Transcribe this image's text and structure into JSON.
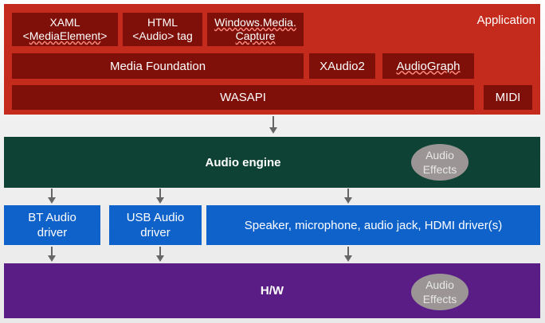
{
  "application": {
    "label": "Application",
    "xaml_line1": "XAML",
    "xaml_line2_open": "<",
    "xaml_line2_name": "MediaElement",
    "xaml_line2_close": ">",
    "html_line1": "HTML",
    "html_line2": "<Audio> tag",
    "capture_line1": "Windows.Media.",
    "capture_line2": "Capture",
    "media_foundation": "Media Foundation",
    "xaudio2": "XAudio2",
    "audiograph": "AudioGraph",
    "wasapi": "WASAPI",
    "midi": "MIDI"
  },
  "engine": {
    "title": "Audio engine",
    "effects_line1": "Audio",
    "effects_line2": "Effects"
  },
  "drivers": {
    "bt_line1": "BT Audio",
    "bt_line2": "driver",
    "usb_line1": "USB Audio",
    "usb_line2": "driver",
    "speaker": "Speaker, microphone, audio jack, HDMI driver(s)"
  },
  "hw": {
    "title": "H/W",
    "effects_line1": "Audio",
    "effects_line2": "Effects"
  },
  "colors": {
    "application": "#c42b1c",
    "application_dark": "#7e1009",
    "engine": "#0d4234",
    "driver": "#0f62c9",
    "hw": "#5a1d86",
    "effects": "#9b9595"
  }
}
